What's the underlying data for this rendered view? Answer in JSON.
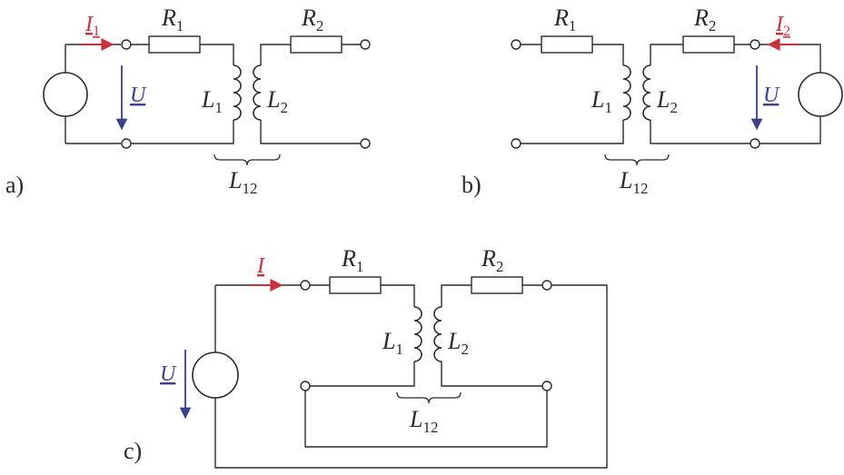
{
  "colors": {
    "current": "#c8323c",
    "voltage": "#3b3f8f",
    "line": "#2b2b2b"
  },
  "panels": {
    "a": {
      "tag": "a)",
      "current": {
        "main": "I",
        "sub": "1"
      },
      "voltage": "U",
      "R1": {
        "main": "R",
        "sub": "1"
      },
      "R2": {
        "main": "R",
        "sub": "2"
      },
      "L1": {
        "main": "L",
        "sub": "1"
      },
      "L2": {
        "main": "L",
        "sub": "2"
      },
      "L12": {
        "main": "L",
        "sub": "12"
      }
    },
    "b": {
      "tag": "b)",
      "current": {
        "main": "I",
        "sub": "2"
      },
      "voltage": "U",
      "R1": {
        "main": "R",
        "sub": "1"
      },
      "R2": {
        "main": "R",
        "sub": "2"
      },
      "L1": {
        "main": "L",
        "sub": "1"
      },
      "L2": {
        "main": "L",
        "sub": "2"
      },
      "L12": {
        "main": "L",
        "sub": "12"
      }
    },
    "c": {
      "tag": "c)",
      "current": {
        "main": "I",
        "sub": ""
      },
      "voltage": "U",
      "R1": {
        "main": "R",
        "sub": "1"
      },
      "R2": {
        "main": "R",
        "sub": "2"
      },
      "L1": {
        "main": "L",
        "sub": "1"
      },
      "L2": {
        "main": "L",
        "sub": "2"
      },
      "L12": {
        "main": "L",
        "sub": "12"
      }
    }
  }
}
